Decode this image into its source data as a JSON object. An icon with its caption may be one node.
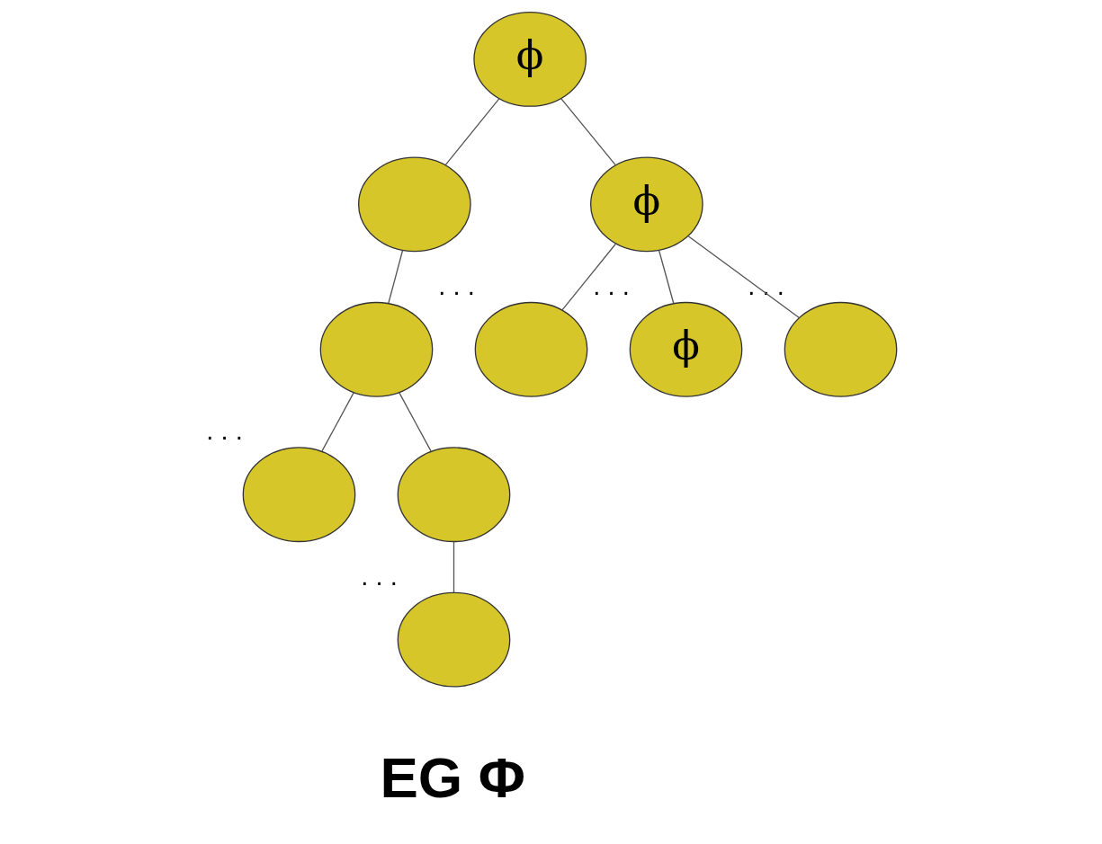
{
  "diagram": {
    "nodes": [
      {
        "text": [
          "ϕ"
        ]
      },
      {
        "text": [],
        "shape": "ellipse"
      },
      {
        "text": [
          "ϕ"
        ]
      },
      {
        "text": [],
        "shape": "ellipse"
      },
      {
        "text": [],
        "shape": "ellipse",
        "beside": [
          ". . ."
        ]
      },
      {
        "text": [
          "ϕ"
        ],
        "beside": [
          ". . ."
        ]
      },
      {
        "text": [],
        "shape": "ellipse",
        "beside": [
          ". . ."
        ]
      },
      {
        "text": [],
        "shape": "ellipse",
        "beside": [
          ". . ."
        ]
      },
      {
        "text": [],
        "shape": "ellipse"
      },
      {
        "text": [],
        "shape": "ellipse",
        "beside": [
          ". . ."
        ]
      }
    ],
    "edges": [
      {
        "from": 0,
        "to": 1,
        "arrow": "none"
      },
      {
        "from": 0,
        "to": 2,
        "arrow": "none"
      },
      {
        "from": 1,
        "to": 3,
        "arrow": "none"
      },
      {
        "from": 2,
        "to": 4,
        "arrow": "none"
      },
      {
        "from": 2,
        "to": 5,
        "arrow": "none"
      },
      {
        "from": 2,
        "to": 6,
        "arrow": "none"
      },
      {
        "from": 3,
        "to": 7,
        "arrow": "none"
      },
      {
        "from": 3,
        "to": 8,
        "arrow": "none"
      },
      {
        "from": 8,
        "to": 9,
        "arrow": "none"
      }
    ],
    "labels": [
      "EG Φ"
    ]
  }
}
